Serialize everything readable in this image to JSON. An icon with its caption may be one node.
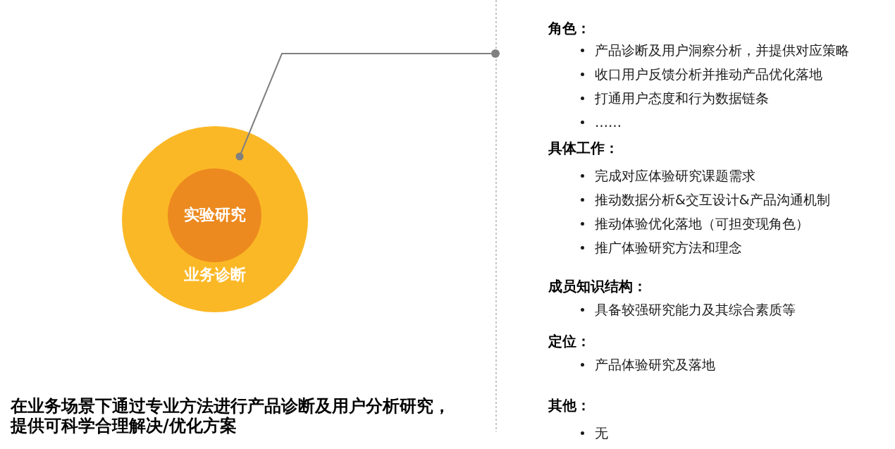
{
  "diagram": {
    "nodes": [
      {
        "text": [
          "业务诊断"
        ]
      },
      {
        "text": [
          "实验研究"
        ],
        "in": 0
      },
      {
        "text": [],
        "shape": "circle"
      }
    ],
    "edges": [
      {
        "from": 0,
        "to": 2,
        "arrow": "other"
      }
    ],
    "labels": [
      "在业务场景下通过专业方法进行产品诊断及用户分析研究，提供可科学合理解决/优化方案",
      "角色：",
      "产品诊断及用户洞察分析，并提供对应策略",
      "收口用户反馈分析并推动产品优化落地",
      "打通用户态度和行为数据链条",
      "……",
      "具体工作：",
      "完成对应体验研究课题需求",
      "推动数据分析&交互设计&产品沟通机制",
      "推动体验优化落地（可担变现角色）",
      "推广体验研究方法和理念",
      "成员知识结构：",
      "具备较强研究能力及其综合素质等",
      "定位：",
      "产品体验研究及落地",
      "其他：",
      "无"
    ]
  }
}
